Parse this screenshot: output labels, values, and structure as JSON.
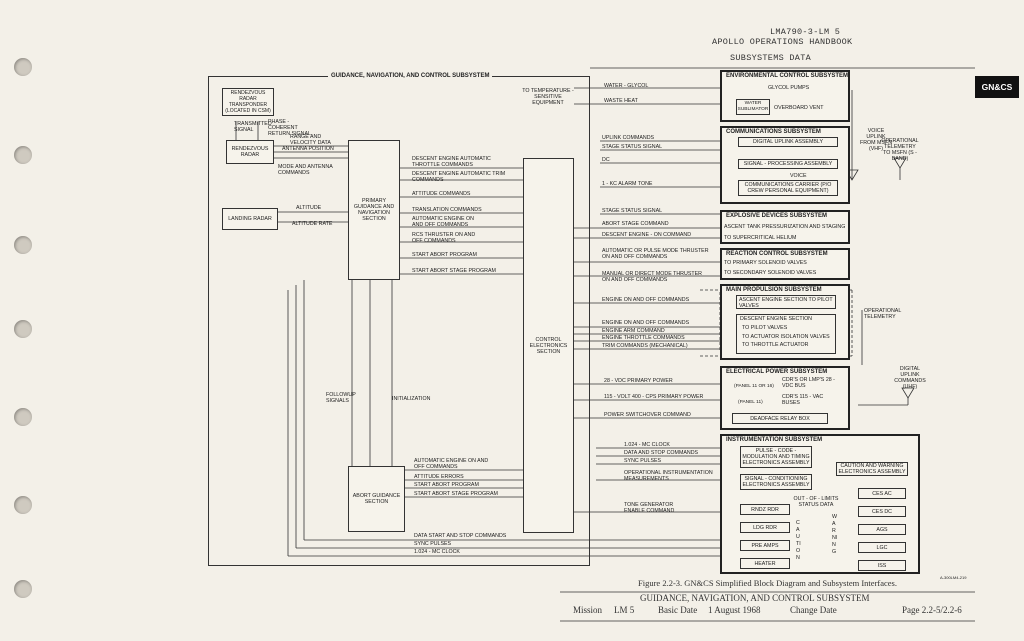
{
  "header": {
    "doc_number": "LMA790-3-LM 5",
    "handbook": "APOLLO OPERATIONS HANDBOOK",
    "section": "SUBSYSTEMS DATA",
    "tab": "GN&CS"
  },
  "gnc": {
    "title": "GUIDANCE, NAVIGATION, AND CONTROL SUBSYSTEM",
    "transponder": "RENDEZVOUS RADAR TRANSPONDER (LOCATED IN CSM)",
    "transmitted_signal": "TRANSMITTED SIGNAL",
    "phase_coherent": "PHASE - COHERENT RETURN SIGNAL",
    "rendezvous_radar": "RENDEZVOUS RADAR",
    "range_velocity": "RANGE AND VELOCITY DATA",
    "antenna_position": "ANTENNA POSITION",
    "mode_antenna": "MODE AND ANTENNA COMMANDS",
    "landing_radar": "LANDING RADAR",
    "altitude": "ALTITUDE",
    "altitude_rate": "ALTITUDE RATE",
    "pgns": "PRIMARY GUIDANCE AND NAVIGATION SECTION",
    "ces": "CONTROL ELECTRONICS SECTION",
    "ags": "ABORT GUIDANCE SECTION",
    "followup": "FOLLOWUP SIGNALS",
    "initialization": "INITIALIZATION",
    "to_temp": "TO TEMPERATURE - SENSITIVE EQUIPMENT",
    "water_glycol": "WATER - GLYCOL",
    "waste_heat": "WASTE HEAT",
    "uplink_cmds": "UPLINK COMMANDS",
    "stage_status": "STAGE STATUS SIGNAL",
    "dc": "DC",
    "desc_throttle": "DESCENT ENGINE AUTOMATIC THROTTLE COMMANDS",
    "desc_trim": "DESCENT ENGINE AUTOMATIC TRIM COMMANDS",
    "alarm_tone": "1 - KC ALARM TONE",
    "attitude_cmds": "ATTITUDE COMMANDS",
    "stage_status2": "STAGE STATUS SIGNAL",
    "translation_cmds": "TRANSLATION COMMANDS",
    "abort_stage_cmd": "ABORT STAGE COMMAND",
    "auto_engine": "AUTOMATIC ENGINE ON AND OFF COMMANDS",
    "desc_on_cmd": "DESCENT ENGINE - ON COMMAND",
    "rcs_thruster": "RCS THRUSTER ON AND OFF COMMANDS",
    "auto_pulse": "AUTOMATIC OR PULSE MODE THRUSTER ON AND OFF COMMANDS",
    "start_abort": "START ABORT PROGRAM",
    "start_abort_stage": "START ABORT STAGE PROGRAM",
    "manual_direct": "MANUAL OR DIRECT MODE THRUSTER ON AND OFF COMMANDS",
    "engine_onoff": "ENGINE ON AND OFF COMMANDS",
    "engine_onoff2": "ENGINE ON AND OFF COMMANDS",
    "engine_arm": "ENGINE ARM COMMAND",
    "engine_throttle": "ENGINE THROTTLE COMMANDS",
    "trim_cmds": "TRIM COMMANDS (MECHANICAL)",
    "primary_power": "28 - VDC PRIMARY POWER",
    "ac_power": "115 - VOLT 400 - CPS PRIMARY POWER",
    "power_switchover": "POWER SWITCHOVER COMMAND",
    "mc_clock": "1.024 - MC CLOCK",
    "data_start_stop": "DATA AND STOP COMMANDS",
    "sync_pulses": "SYNC PULSES",
    "op_instr": "OPERATIONAL INSTRUMENTATION MEASUREMENTS",
    "tone_gen": "TONE GENERATOR ENABLE COMMAND",
    "ags_auto_engine": "AUTOMATIC ENGINE ON AND OFF COMMANDS",
    "attitude_errors": "ATTITUDE ERRORS",
    "ags_start_abort": "START ABORT PROGRAM",
    "ags_start_stage": "START ABORT STAGE PROGRAM",
    "data_start_stop2": "DATA START AND STOP COMMANDS",
    "sync_pulses2": "SYNC PULSES",
    "mc_clock2": "1.024 - MC CLOCK"
  },
  "ecs": {
    "title": "ENVIRONMENTAL CONTROL SUBSYSTEM",
    "glycol_pumps": "GLYCOL PUMPS",
    "sublimator": "WATER SUBLIMATOR",
    "vent": "OVERBOARD VENT"
  },
  "comm": {
    "title": "COMMUNICATIONS SUBSYSTEM",
    "uplink": "DIGITAL UPLINK ASSEMBLY",
    "signal": "SIGNAL - PROCESSING ASSEMBLY",
    "voice": "VOICE",
    "carrier": "COMMUNICATIONS CARRIER (P/O CREW PERSONAL EQUIPMENT)",
    "voice_uplink": "VOICE UPLINK FROM MSFN (VHF)",
    "op_telemetry": "OPERATIONAL TELEMETRY TO MSFN (S - BAND)"
  },
  "eds": {
    "title": "EXPLOSIVE DEVICES SUBSYSTEM",
    "line1": "ASCENT TANK PRESSURIZATION AND STAGING",
    "line2": "TO SUPERCRITICAL HELIUM"
  },
  "rcs": {
    "title": "REACTION CONTROL SUBSYSTEM",
    "line1": "TO PRIMARY SOLENOID VALVES",
    "line2": "TO SECONDARY SOLENOID VALVES"
  },
  "mps": {
    "title": "MAIN PROPULSION SUBSYSTEM",
    "ascent": "ASCENT ENGINE SECTION TO PILOT VALVES",
    "descent": "DESCENT ENGINE SECTION",
    "d1": "TO PILOT VALVES",
    "d2": "TO ACTUATOR ISOLATION VALVES",
    "d3": "TO THROTTLE ACTUATOR",
    "op_telemetry": "OPERATIONAL TELEMETRY"
  },
  "eps": {
    "title": "ELECTRICAL POWER SUBSYSTEM",
    "panel11_16": "(PANEL 11 OR 16)",
    "panel11": "(PANEL 11)",
    "cdr_dc": "CDR'S OR LMP'S 28 - VDC BUS",
    "cdr_ac": "CDR'S 115 - VAC BUSES",
    "deadface": "DEADFACE RELAY BOX",
    "digital_uplink": "DIGITAL UPLINK COMMANDS (UHF)"
  },
  "ins": {
    "title": "INSTRUMENTATION SUBSYSTEM",
    "pcm": "PULSE - CODE - MODULATION AND TIMING ELECTRONICS ASSEMBLY",
    "caution": "CAUTION AND WARNING ELECTRONICS ASSEMBLY",
    "sig_cond": "SIGNAL - CONDITIONING ELECTRONICS ASSEMBLY",
    "out_of_limits": "OUT - OF - LIMITS STATUS DATA",
    "left_items": [
      "RNDZ RDR",
      "LDG RDR",
      "PRE AMPS",
      "HEATER"
    ],
    "right_items": [
      "CES AC",
      "CES DC",
      "AGS",
      "LGC",
      "ISS"
    ],
    "caution_word": "CAUTION",
    "warning_word": "WARNING"
  },
  "caption": "Figure 2.2-3.   GN&CS Simplified Block Diagram and Subsystem Interfaces.",
  "small_code": "A-300LM4-219",
  "footer": {
    "title": "GUIDANCE, NAVIGATION, AND CONTROL SUBSYSTEM",
    "mission_label": "Mission",
    "mission": "LM 5",
    "basic_label": "Basic Date",
    "basic": "1 August 1968",
    "change_label": "Change Date",
    "page": "Page 2.2-5/2.2-6"
  }
}
